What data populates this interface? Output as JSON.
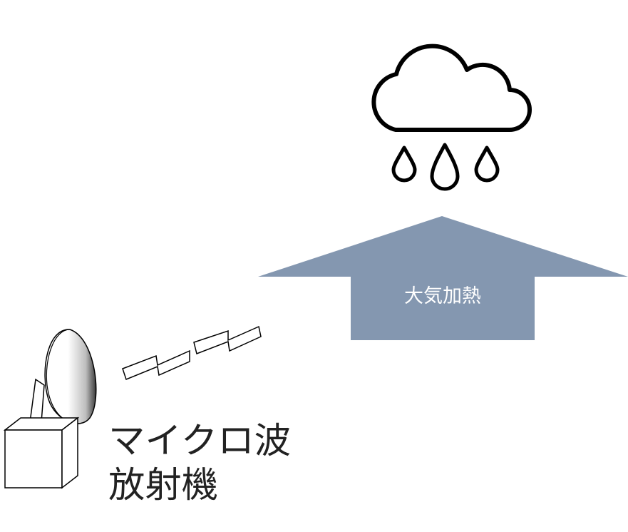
{
  "arrow": {
    "label": "大気加熱",
    "color": "#8497b0"
  },
  "transmitter": {
    "label_line1": "マイクロ波",
    "label_line2": "放射機"
  },
  "icons": {
    "cloud": "rain-cloud-icon",
    "dish": "microwave-dish-icon",
    "waves": "microwave-zigzag-icon"
  }
}
